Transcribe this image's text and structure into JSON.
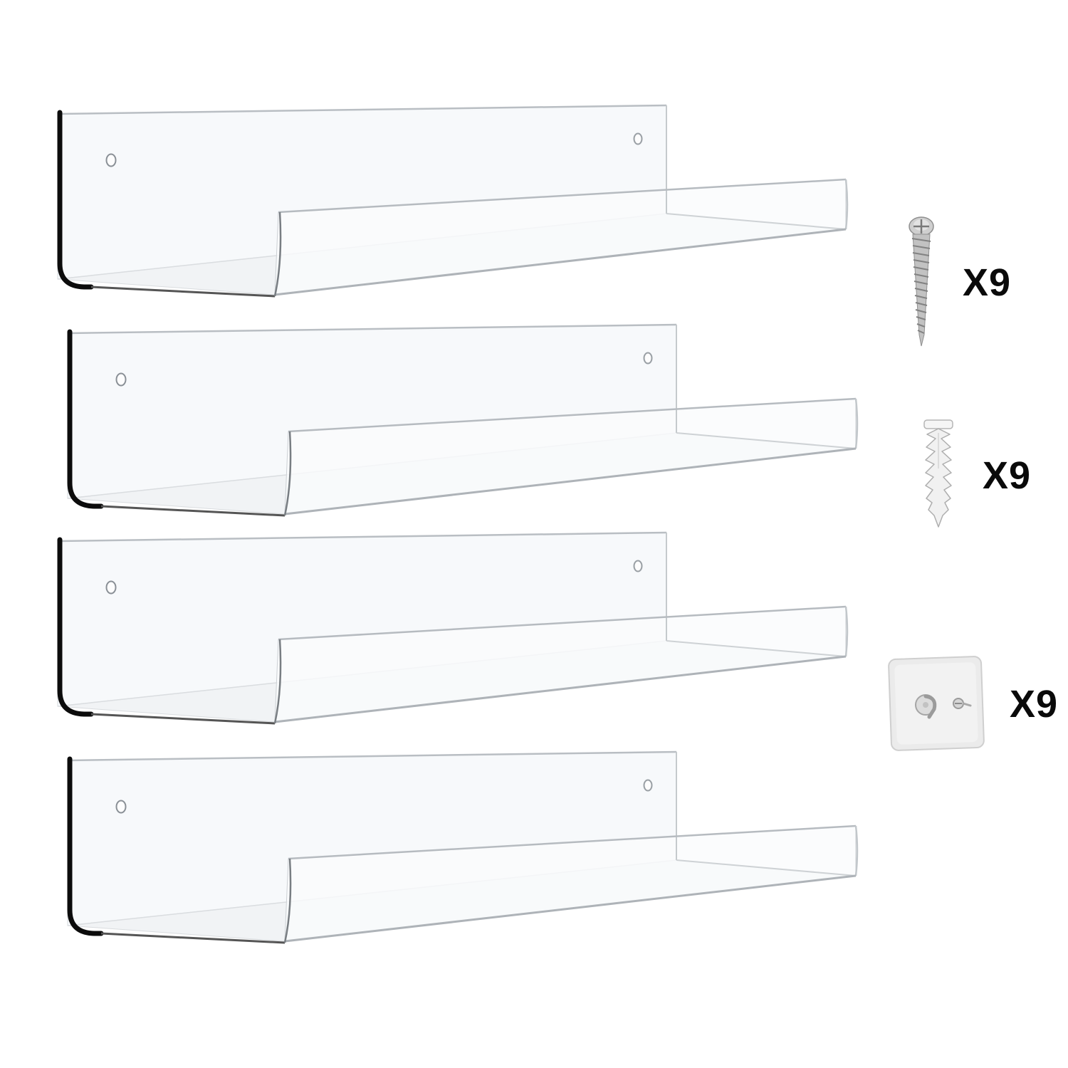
{
  "page": {
    "background": "#ffffff",
    "description_label": "clear acrylic floating wall shelves product image"
  },
  "product": {
    "shelf_count": 4,
    "shelves": [
      {
        "id": "shelf-1"
      },
      {
        "id": "shelf-2"
      },
      {
        "id": "shelf-3"
      },
      {
        "id": "shelf-4"
      }
    ]
  },
  "hardware": {
    "items": [
      {
        "icon": "screw-icon",
        "qty_label": "X9"
      },
      {
        "icon": "wall-anchor-icon",
        "qty_label": "X9"
      },
      {
        "icon": "adhesive-hook-icon",
        "qty_label": "X9"
      }
    ]
  },
  "colors": {
    "edge_black": "#0c0c0c",
    "edge_gray": "#c0c5c9",
    "label_color": "#0a0a0a"
  }
}
